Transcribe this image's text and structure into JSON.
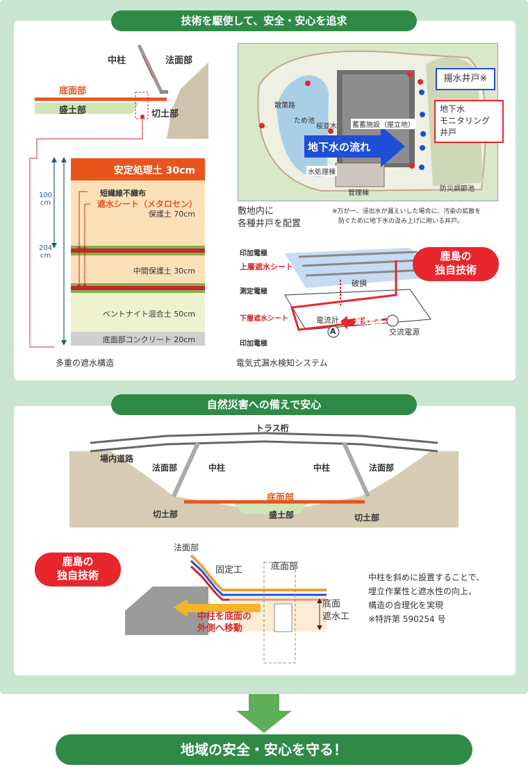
{
  "section1": {
    "title": "技術を駆使して、安全・安心を追求",
    "cross": {
      "center_column": "中柱",
      "slope": "法面部",
      "bottom": "底面部",
      "embankment": "盛土部",
      "cut": "切土部"
    },
    "layers": {
      "stabilized": "安定処理土 30cm",
      "nonwoven": "短繊維不織布",
      "sheet": "遮水シート（メタロセン）",
      "protect70": "保護土 70cm",
      "protect30": "中間保護土 30cm",
      "bentonite": "ベントナイト混合土 50cm",
      "concrete": "底面部コンクリート 20cm",
      "dim100": "100\ncm",
      "dim204": "204\ncm",
      "caption": "多重の遮水構造"
    },
    "map": {
      "pump_well": "揚水井戸※",
      "monitor_well": "地下水\nモニタリング\n井戸",
      "flow": "地下水の流れ",
      "walkway": "散策路",
      "pond": "ため池",
      "cherry": "桜並木",
      "facility": "蓄蓄施設（屋立地）",
      "water_plant": "水処理棟",
      "admin": "管理棟",
      "flood_pond": "防災調節池",
      "caption": "敷地内に\n各種井戸を配置",
      "note": "※万が一、浸出水が漏えいした場合に、汚染の拡散を\n　防ぐために地下水の汲み上げに用いる井戸。"
    },
    "detect": {
      "badge": "鹿島の\n独自技術",
      "electrode_top": "印加電極",
      "upper_sheet": "上層遮水シート",
      "measure": "測定電極",
      "lower_sheet": "下層遮水シート",
      "electrode_bottom": "印加電極",
      "damage": "破損",
      "ammeter": "電流計",
      "ammeter_symbol": "A",
      "leak_current": "漏洩電流",
      "ac_power": "交流電源",
      "caption": "電気式漏水検知システム"
    }
  },
  "section2": {
    "title": "自然災害への備えで安心",
    "truss": "トラス桁",
    "road": "場内道路",
    "slope_left": "法面部",
    "column_left": "中柱",
    "column_right": "中柱",
    "slope_right": "法面部",
    "bottom": "底面部",
    "embankment": "盛土部",
    "cut_left": "切土部",
    "cut_right": "切土部",
    "badge": "鹿島の\n独自技術",
    "detail_slope": "法面部",
    "fixing": "固定工",
    "detail_bottom": "底面部",
    "bottom_seal": "底面\n遮水工",
    "move": "中柱を底面の\n外側へ移動",
    "desc": "中柱を斜めに設置することで、\n埋立作業性と遮水性の向上、\n構造の合理化を実現\n※特許第 590254 号"
  },
  "footer": "地域の安全・安心を守る！",
  "colors": {
    "green_bg": "#c9e5cf",
    "pill_green": "#2f8a47",
    "accent_red": "#e8262c",
    "orange": "#e8541c",
    "flow_blue": "#1f4fd6"
  }
}
